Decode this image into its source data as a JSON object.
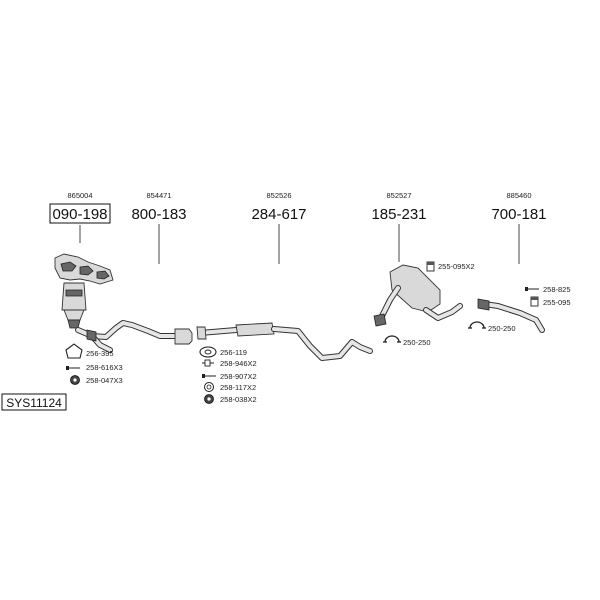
{
  "diagram_code": "SYS11124",
  "sections": [
    {
      "ref": "865004",
      "part": "090-198",
      "boxed": true,
      "accessories": [
        "256-395",
        "258-616X3",
        "258-047X3"
      ]
    },
    {
      "ref": "854471",
      "part": "800-183",
      "boxed": false,
      "accessories": [
        "256-119",
        "258-946X2",
        "258-907X2",
        "258-117X2",
        "258-038X2"
      ]
    },
    {
      "ref": "852526",
      "part": "284-617",
      "boxed": false,
      "accessories": []
    },
    {
      "ref": "852527",
      "part": "185-231",
      "boxed": false,
      "accessories": [
        "255-095X2",
        "250-250"
      ]
    },
    {
      "ref": "885460",
      "part": "700-181",
      "boxed": false,
      "accessories": [
        "258-825",
        "255-095",
        "250-250"
      ]
    }
  ]
}
